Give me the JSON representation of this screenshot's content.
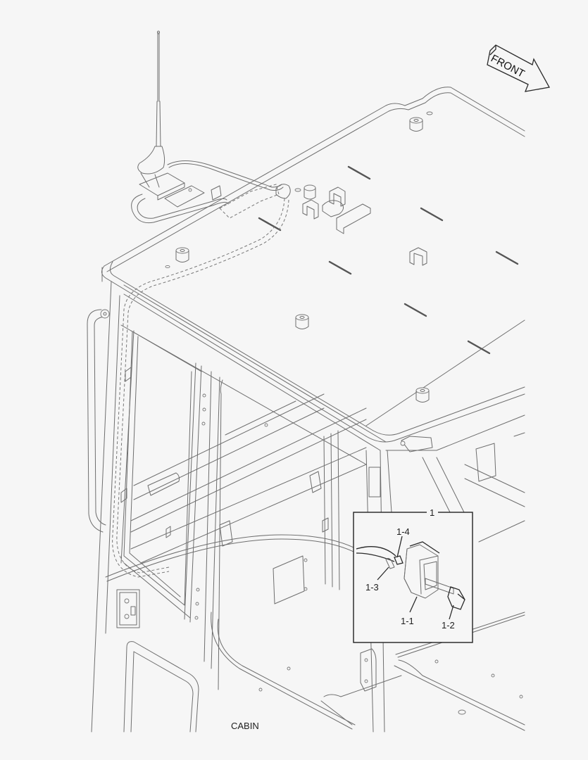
{
  "diagram": {
    "title": "CABIN",
    "direction_indicator": "FRONT",
    "inset": {
      "reference_number": "1",
      "callouts": [
        {
          "id": "1-4",
          "label": "1-4"
        },
        {
          "id": "1-3",
          "label": "1-3"
        },
        {
          "id": "1-1",
          "label": "1-1"
        },
        {
          "id": "1-2",
          "label": "1-2"
        }
      ]
    },
    "colors": {
      "background": "#f6f6f6",
      "line": "#6e6e6e",
      "text": "#1e1e1e"
    }
  }
}
